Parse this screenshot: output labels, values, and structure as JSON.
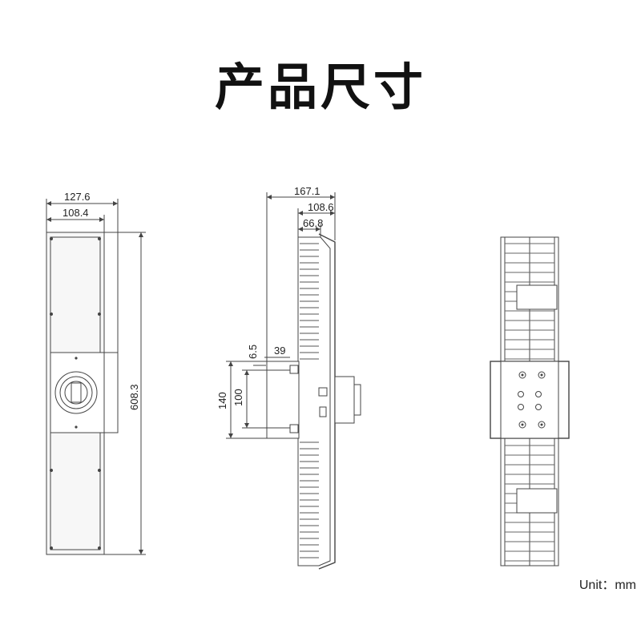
{
  "title": "产品尺寸",
  "unit_label": "Unit：mm",
  "front_view": {
    "overall_width": "127.6",
    "inner_width": "108.4",
    "height": "608.3"
  },
  "side_view": {
    "overall_depth": "167.1",
    "body_depth": "108.6",
    "fin_depth": "66.8",
    "bracket_offset": "39",
    "bracket_thickness": "6.5",
    "bracket_outer_height": "140",
    "bracket_hole_spacing": "100"
  }
}
